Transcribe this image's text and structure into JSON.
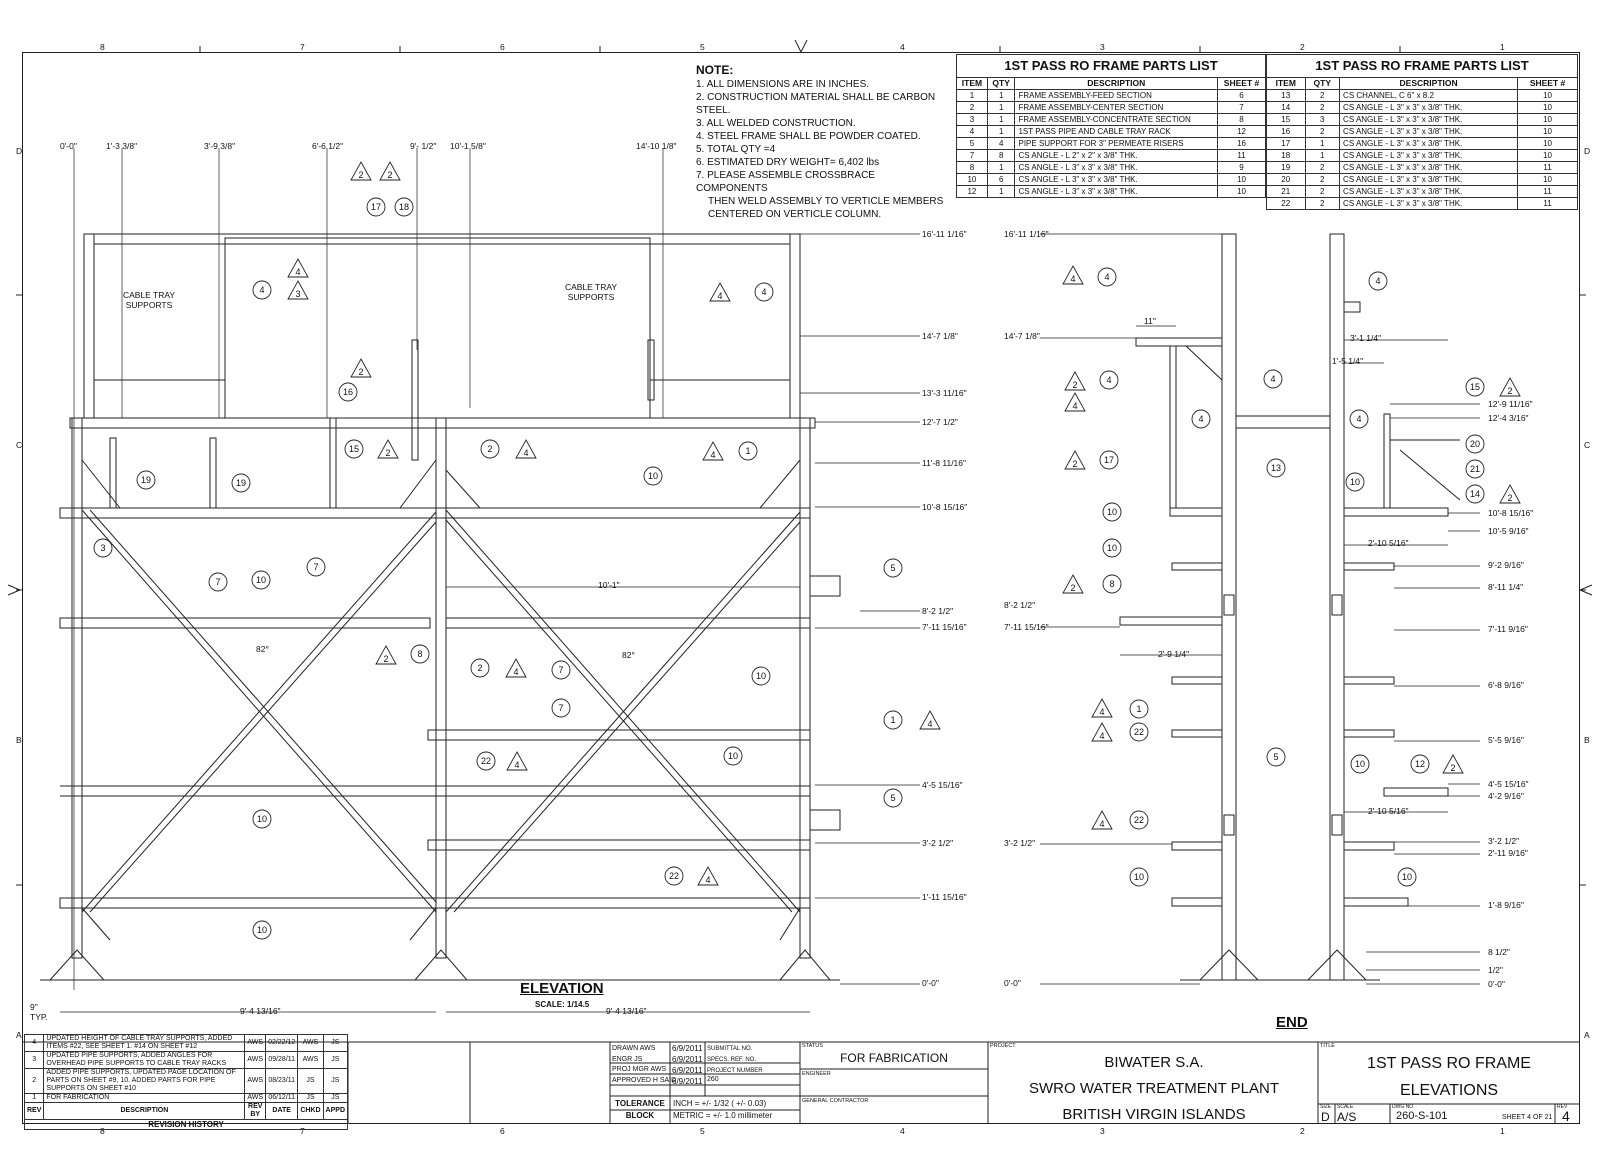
{
  "zone_columns": [
    "8",
    "7",
    "6",
    "5",
    "4",
    "3",
    "2",
    "1"
  ],
  "zone_rows": [
    "D",
    "C",
    "B",
    "A"
  ],
  "notes": {
    "heading": "NOTE:",
    "items": [
      "1. ALL DIMENSIONS ARE IN INCHES.",
      "2. CONSTRUCTION MATERIAL SHALL BE CARBON STEEL.",
      "3. ALL WELDED CONSTRUCTION.",
      "4. STEEL FRAME SHALL BE POWDER COATED.",
      "5. TOTAL QTY =4",
      "6. ESTIMATED DRY WEIGHT= 6,402 lbs",
      "7. PLEASE ASSEMBLE CROSSBRACE COMPONENTS",
      "    THEN WELD ASSEMBLY TO VERTICLE MEMBERS",
      "    CENTERED ON VERTICLE COLUMN."
    ]
  },
  "parts_left": {
    "title": "1ST PASS RO FRAME PARTS LIST",
    "headers": [
      "ITEM",
      "QTY",
      "DESCRIPTION",
      "SHEET #"
    ],
    "rows": [
      [
        "1",
        "1",
        "FRAME ASSEMBLY-FEED SECTION",
        "6"
      ],
      [
        "2",
        "1",
        "FRAME ASSEMBLY-CENTER SECTION",
        "7"
      ],
      [
        "3",
        "1",
        "FRAME ASSEMBLY-CONCENTRATE SECTION",
        "8"
      ],
      [
        "4",
        "1",
        "1ST PASS PIPE AND CABLE TRAY RACK",
        "12"
      ],
      [
        "5",
        "4",
        "PIPE SUPPORT FOR 3\" PERMEATE RISERS",
        "16"
      ],
      [
        "7",
        "8",
        "CS ANGLE - L 2\" x 2\" x 3/8\" THK.",
        "11"
      ],
      [
        "8",
        "1",
        "CS ANGLE - L 3\" x 3\" x 3/8\" THK.",
        "9"
      ],
      [
        "10",
        "6",
        "CS ANGLE - L 3\" x 3\" x 3/8\" THK.",
        "10"
      ],
      [
        "12",
        "1",
        "CS ANGLE - L 3\" x 3\" x 3/8\" THK.",
        "10"
      ]
    ]
  },
  "parts_right": {
    "title": "1ST PASS RO FRAME PARTS LIST",
    "headers": [
      "ITEM",
      "QTY",
      "DESCRIPTION",
      "SHEET #"
    ],
    "rows": [
      [
        "13",
        "2",
        "CS CHANNEL, C 6\" x 8.2",
        "10"
      ],
      [
        "14",
        "2",
        "CS ANGLE - L 3\" x 3\" x 3/8\" THK.",
        "10"
      ],
      [
        "15",
        "3",
        "CS ANGLE - L 3\" x 3\" x 3/8\" THK.",
        "10"
      ],
      [
        "16",
        "2",
        "CS ANGLE - L 3\" x 3\" x 3/8\" THK.",
        "10"
      ],
      [
        "17",
        "1",
        "CS ANGLE - L 3\" x 3\" x 3/8\" THK.",
        "10"
      ],
      [
        "18",
        "1",
        "CS ANGLE - L 3\" x 3\" x 3/8\" THK.",
        "10"
      ],
      [
        "19",
        "2",
        "CS ANGLE - L 3\" x 3\" x 3/8\" THK.",
        "11"
      ],
      [
        "20",
        "2",
        "CS ANGLE - L 3\" x 3\" x 3/8\" THK.",
        "10"
      ],
      [
        "21",
        "2",
        "CS ANGLE - L 3\" x 3\" x 3/8\" THK.",
        "11"
      ],
      [
        "22",
        "2",
        "CS ANGLE - L 3\" x 3\" x 3/8\" THK.",
        "11"
      ]
    ]
  },
  "elevation": {
    "title": "ELEVATION",
    "scale": "SCALE: 1/14.5",
    "top_dims": [
      "0'-0\"",
      "1'-3 3/8\"",
      "3'-9 3/8\"",
      "6'-6 1/2\"",
      "9'- 1/2\"",
      "10'-1 5/8\"",
      "14'-10 1/8\""
    ],
    "right_dims": [
      "16'-11 1/16\"",
      "14'-7 1/8\"",
      "13'-3 11/16\"",
      "12'-7 1/2\"",
      "11'-8 11/16\"",
      "10'-8 15/16\"",
      "8'-2 1/2\"",
      "7'-11 15/16\"",
      "4'-5 15/16\"",
      "3'-2 1/2\"",
      "1'-11 15/16\"",
      "0'-0\""
    ],
    "bottom_dims": [
      "9\"",
      "TYP.",
      "9'-4 13/16\"",
      "9'-4 13/16\""
    ],
    "span_dim": "10'-1\"",
    "angle_label": "82°",
    "cable_tray_label": "CABLE TRAY SUPPORTS"
  },
  "end_view": {
    "title": "END",
    "left_dims": [
      "16'-11 1/16\"",
      "14'-7 1/8\"",
      "8'-2 1/2\"",
      "7'-11 15/16\"",
      "3'-2 1/2\"",
      "0'-0\""
    ],
    "right_dims": [
      "12'-9 11/16\"",
      "12'-4 3/16\"",
      "10'-8 15/16\"",
      "10'-5 9/16\"",
      "9'-2 9/16\"",
      "8'-11 1/4\"",
      "7'-11 9/16\"",
      "6'-8 9/16\"",
      "5'-5 9/16\"",
      "4'-5 15/16\"",
      "4'-2 9/16\"",
      "3'-2 1/2\"",
      "2'-11 9/16\"",
      "1'-8 9/16\"",
      "8 1/2\"",
      "1/2\"",
      "0'-0\""
    ],
    "inner_dims": [
      "11\"",
      "3'-1 1/4\"",
      "1'-5 1/4\"",
      "2'-10 5/16\"",
      "2'-9 1/4\"",
      "2'-10 5/16\""
    ]
  },
  "revisions": {
    "rows": [
      [
        "4",
        "UPDATED HEIGHT OF CABLE TRAY SUPPORTS, ADDED ITEMS #22, SEE SHEET 1. #14 ON SHEET #12",
        "AWS",
        "02/22/12",
        "AWS",
        "JS"
      ],
      [
        "3",
        "UPDATED PIPE SUPPORTS, ADDED ANGLES FOR OVERHEAD PIPE SUPPORTS TO CABLE TRAY RACKS",
        "AWS",
        "09/28/11",
        "AWS",
        "JS"
      ],
      [
        "2",
        "ADDED PIPE SUPPORTS, UPDATED PAGE LOCATION OF PARTS ON SHEET #9, 10. ADDED PARTS FOR PIPE SUPPORTS ON SHEET #10",
        "AWS",
        "08/23/11",
        "JS",
        "JS"
      ],
      [
        "1",
        "FOR FABRICATION",
        "AWS",
        "06/12/11",
        "JS",
        "JS"
      ]
    ],
    "headers": [
      "REV",
      "DESCRIPTION",
      "REV BY",
      "DATE",
      "CHKD",
      "APPD"
    ],
    "title": "REVISION HISTORY"
  },
  "title_block": {
    "drawn_label": "DRAWN",
    "drawn_by": "AWS",
    "drawn_date": "6/9/2011",
    "engr_label": "ENGR",
    "engr_by": "JS",
    "engr_date": "6/9/2011",
    "projmgr_label": "PROJ MGR",
    "projmgr_by": "AWS",
    "projmgr_date": "6/9/2011",
    "approved_label": "APPROVED",
    "approved_by": "H SAID",
    "approved_date": "6/9/2011",
    "submittal_label": "SUBMITTAL NO.",
    "specs_label": "SPECS. REF. NO.",
    "project_number_label": "PROJECT NUMBER",
    "project_number": "260",
    "tolerance_label": "TOLERANCE BLOCK",
    "tolerance_inch": "INCH = +/- 1/32 ( +/- 0.03)",
    "tolerance_metric": "METRIC = +/- 1.0 millimeter",
    "status_label": "STATUS",
    "status": "FOR FABRICATION",
    "engineer_label": "ENGINEER",
    "gc_label": "GENERAL CONTRACTOR",
    "project_label": "PROJECT",
    "project_lines": [
      "BIWATER S.A.",
      "SWRO WATER TREATMENT PLANT",
      "BRITISH VIRGIN ISLANDS"
    ],
    "title_label": "TITLE",
    "title_lines": [
      "1ST PASS RO FRAME",
      "ELEVATIONS"
    ],
    "size_label": "SIZE",
    "size": "D",
    "scale_label": "SCALE",
    "scale": "A/S",
    "dwg_label": "DWG NO",
    "dwg_no": "260-S-101",
    "sheet_text": "SHEET 4 OF 21",
    "rev_label": "REV",
    "rev": "4"
  }
}
